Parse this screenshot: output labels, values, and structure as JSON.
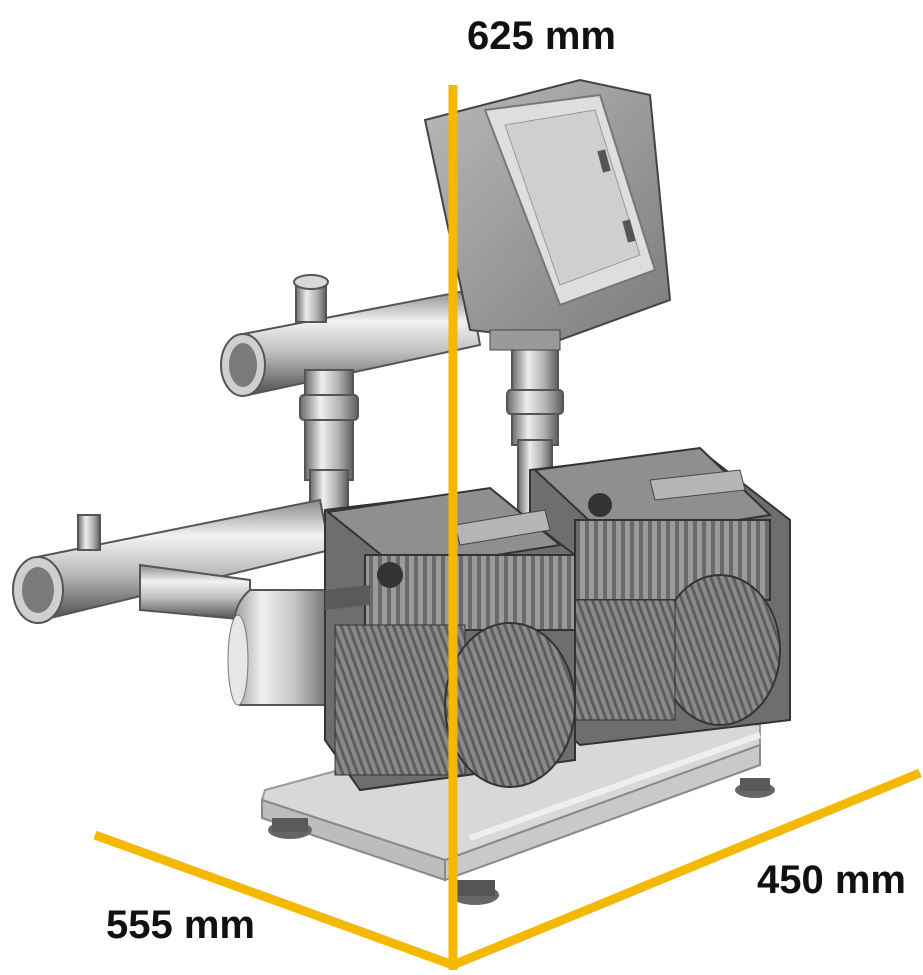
{
  "dimensions": {
    "height": "625 mm",
    "depth": "450 mm",
    "width": "555 mm"
  },
  "colors": {
    "dimension_line": "#F5B800",
    "steel_light": "#e4e4e4",
    "steel_mid": "#a8a8a8",
    "steel_dark": "#5a5a5a",
    "motor_gray": "#7d7d7d",
    "housing_gray": "#8c8c8c",
    "label_text": "#111111"
  },
  "icons": [
    "booster-pump-set-illustration",
    "control-box-icon",
    "motor-icon",
    "manifold-pipe-icon"
  ]
}
